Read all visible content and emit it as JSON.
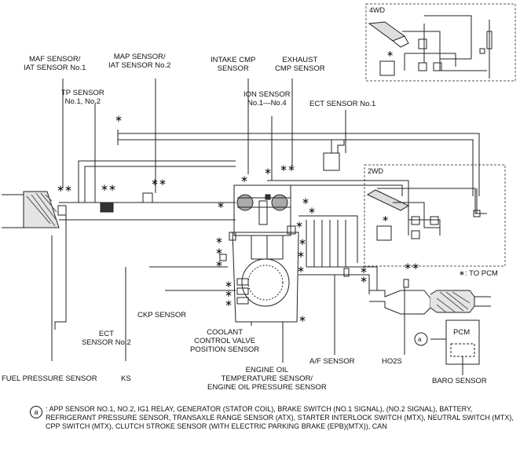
{
  "labels": {
    "maf": "MAF SENSOR/\nIAT SENSOR No.1",
    "map": "MAP SENSOR/\nIAT SENSOR No.2",
    "intake_cmp": "INTAKE CMP\nSENSOR",
    "exhaust_cmp": "EXHAUST\nCMP SENSOR",
    "tp": "TP SENSOR\nNo.1, No.2",
    "ion": "ION SENSOR\nNo.1—No.4",
    "ect1": "ECT SENSOR No.1",
    "ect2": "ECT\nSENSOR No.2",
    "ckp": "CKP SENSOR",
    "coolant_valve": "COOLANT\nCONTROL VALVE\nPOSITION SENSOR",
    "af": "A/F SENSOR",
    "ho2s": "HO2S",
    "fuel_pressure": "FUEL PRESSURE SENSOR",
    "ks": "KS",
    "oil": "ENGINE OIL\nTEMPERATURE SENSOR/\nENGINE OIL PRESSURE SENSOR",
    "baro": "BARO SENSOR",
    "pcm": "PCM",
    "to_pcm": "∗: TO PCM",
    "box_4wd": "4WD",
    "box_2wd": "2WD"
  },
  "note": {
    "marker": "a",
    "text": ": APP SENSOR NO.1, NO.2, IG1 RELAY, GENERATOR (STATOR COIL), BRAKE SWITCH (NO.1 SIGNAL), (NO.2 SIGNAL), BATTERY, REFRIGERANT PRESSURE SENSOR, TRANSAXLE RANGE SENSOR (ATX), STARTER INTERLOCK SWITCH (MTX), NEUTRAL SWITCH (MTX), CPP SWITCH (MTX), CLUTCH STROKE SENSOR (WITH ELECTRIC PARKING BRAKE (EPB)(MTX)),  CAN"
  },
  "pcm_marker": "a"
}
